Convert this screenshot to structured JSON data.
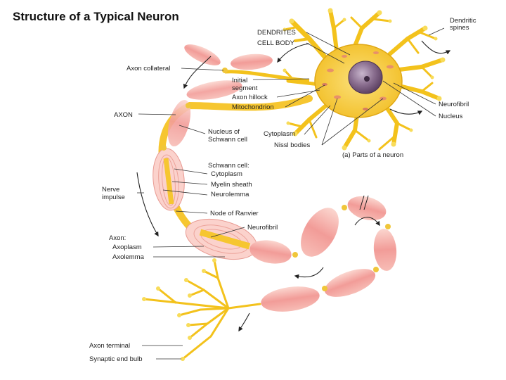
{
  "slide": {
    "title": "Structure of a Typical Neuron"
  },
  "labels": {
    "dendrites": "DENDRITES",
    "cell_body": "CELL BODY",
    "dendritic_spines_line1": "Dendritic",
    "dendritic_spines_line2": "spines",
    "axon_collateral": "Axon collateral",
    "initial_segment_line1": "Initial",
    "initial_segment_line2": "segment",
    "axon_hillock": "Axon hillock",
    "mitochondrion": "Mitochondrion",
    "axon": "AXON",
    "neurofibril_top": "Neurofibril",
    "nucleus": "Nucleus",
    "schwann_nucleus_line1": "Nucleus of",
    "schwann_nucleus_line2": "Schwann cell",
    "cytoplasm": "Cytoplasm",
    "nissl_bodies": "Nissl bodies",
    "caption": "(a) Parts of a neuron",
    "schwann_cell_header": "Schwann cell:",
    "schwann_cytoplasm": "Cytoplasm",
    "myelin_sheath": "Myelin sheath",
    "neurolemma": "Neurolemma",
    "nerve_impulse_line1": "Nerve",
    "nerve_impulse_line2": "impulse",
    "node_of_ranvier": "Node of Ranvier",
    "neurofibril_lower": "Neurofibril",
    "axon_header": "Axon:",
    "axoplasm": "Axoplasm",
    "axolemma": "Axolemma",
    "axon_terminal": "Axon terminal",
    "synaptic_end_bulb": "Synaptic end bulb"
  },
  "colors": {
    "dendrite_yellow": "#f3c21c",
    "dendrite_light": "#f8dc5a",
    "schwann_pink": "#f4a7a3",
    "schwann_light": "#fbd2cc",
    "axon_core": "#f6c630",
    "nucleus_purple": "#8a6e8f",
    "node_yellow": "#f0c63a"
  }
}
